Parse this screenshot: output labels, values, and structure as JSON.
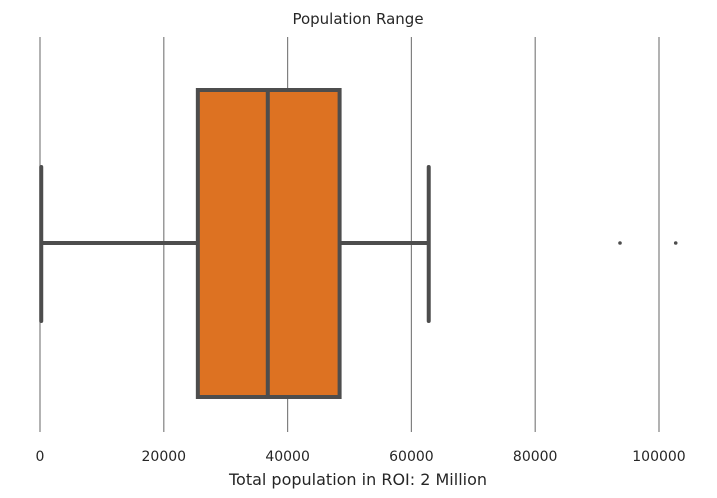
{
  "chart_data": {
    "type": "box",
    "title": "Population Range",
    "xlabel": "Total population in ROI:  2 Million",
    "ylabel": "",
    "xlim": [
      0,
      108000
    ],
    "xticks": [
      0,
      20000,
      40000,
      60000,
      80000,
      100000
    ],
    "xtick_labels": [
      "0",
      "20000",
      "40000",
      "60000",
      "80000",
      "100000"
    ],
    "grid": "vertical",
    "box": {
      "whisker_low": 200,
      "q1": 25500,
      "median": 36800,
      "q3": 48400,
      "whisker_high": 62800,
      "outliers": [
        93700,
        102700
      ]
    },
    "colors": {
      "box_fill": "#dd7222",
      "line": "#4d4d4d",
      "grid": "#808080"
    }
  }
}
